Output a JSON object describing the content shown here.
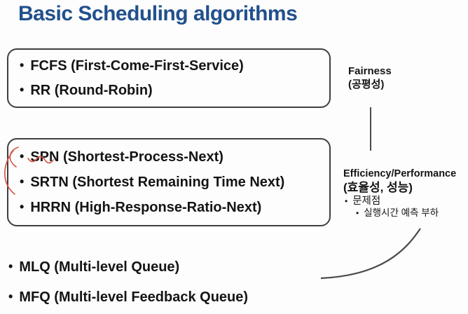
{
  "slide": {
    "title": "Basic Scheduling algorithms",
    "boxes": [
      {
        "items": [
          "FCFS (First-Come-First-Service)",
          "RR (Round-Robin)"
        ]
      },
      {
        "items": [
          "SPN (Shortest-Process-Next)",
          "SRTN (Shortest Remaining Time Next)",
          "HRRN (High-Response-Ratio-Next)"
        ]
      }
    ],
    "bottom_items": [
      "MLQ (Multi-level Queue)",
      "MFQ (Multi-level Feedback Queue)"
    ],
    "right_panel": {
      "fairness_label": "Fairness",
      "fairness_label_ko": "(공평성)",
      "efficiency_label": "Efficiency/Performance",
      "efficiency_label_ko": "(효율성, 성능)",
      "note": "문제점",
      "subnote": "실행시간 예측 부하"
    },
    "colors": {
      "title_text": "#21508c",
      "body_text": "#141414",
      "box_border": "#3f3f3f",
      "arrow": "#4a4a4a",
      "annotation": "#d85848",
      "background": "#fdfdfd"
    }
  }
}
